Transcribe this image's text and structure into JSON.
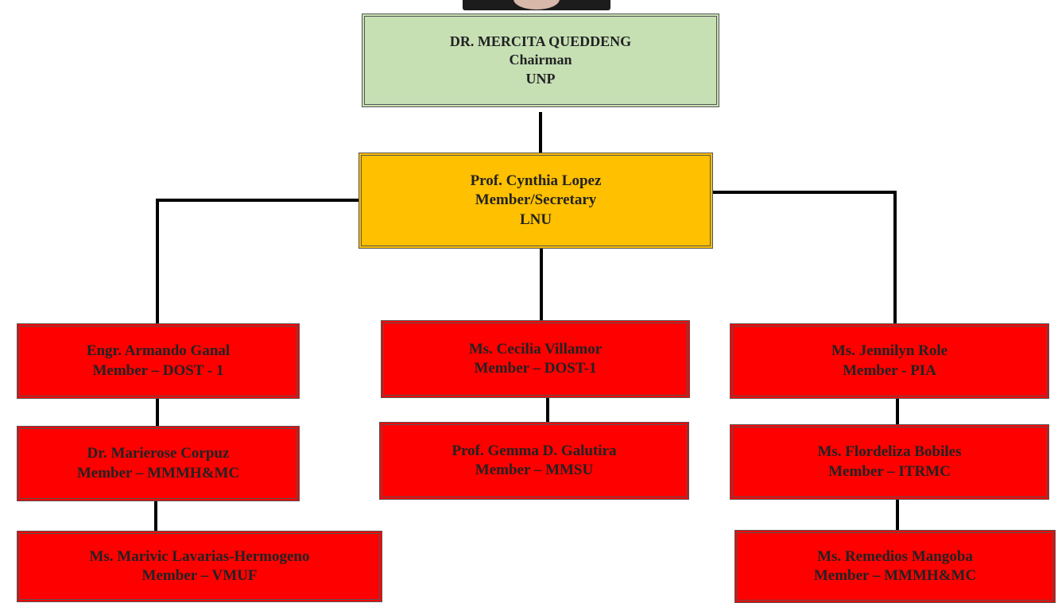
{
  "chart": {
    "photo": {
      "name": "chairman-photo"
    },
    "chairman": {
      "name": "DR. MERCITA QUEDDENG",
      "role": "Chairman",
      "org": "UNP"
    },
    "secretary": {
      "name": "Prof. Cynthia Lopez",
      "role": "Member/Secretary",
      "org": "LNU"
    },
    "left": [
      {
        "name": "Engr. Armando Ganal",
        "role": "Member – DOST - 1"
      },
      {
        "name": "Dr. Marierose Corpuz",
        "role": "Member – MMMH&MC"
      },
      {
        "name": "Ms. Marivic Lavarias-Hermogeno",
        "role": "Member – VMUF"
      }
    ],
    "center": [
      {
        "name": "Ms. Cecilia Villamor",
        "role": "Member – DOST-1"
      },
      {
        "name": "Prof. Gemma D. Galutira",
        "role": "Member – MMSU"
      }
    ],
    "right": [
      {
        "name": "Ms. Jennilyn Role",
        "role": "Member - PIA"
      },
      {
        "name": "Ms. Flordeliza Bobiles",
        "role": "Member – ITRMC"
      },
      {
        "name": "Ms. Remedios Mangoba",
        "role": "Member – MMMH&MC"
      }
    ],
    "colors": {
      "chairman": "#c6e0b4",
      "secretary": "#ffc000",
      "member": "#ff0000"
    }
  }
}
